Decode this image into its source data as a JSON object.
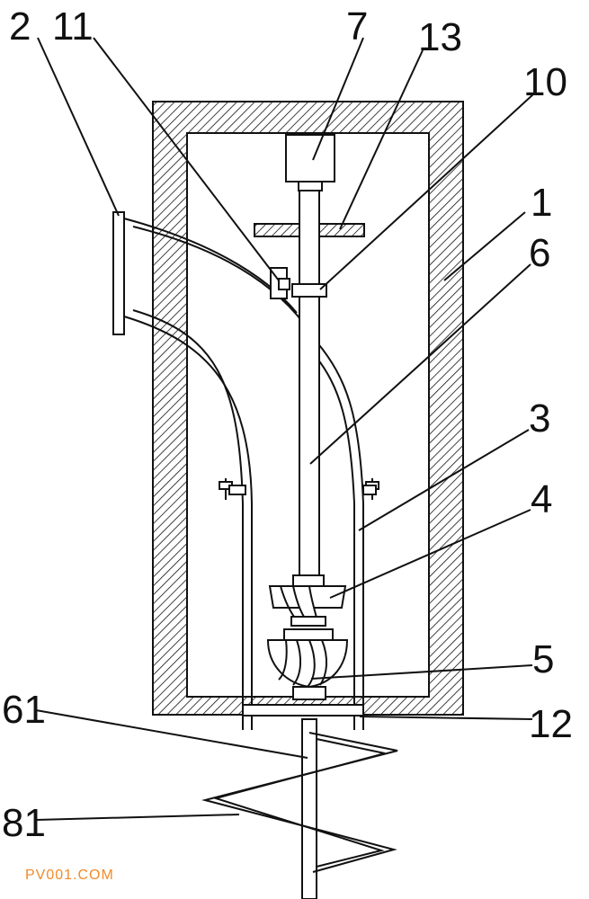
{
  "labels": {
    "l2": "2",
    "l11": "11",
    "l7": "7",
    "l13": "13",
    "l10": "10",
    "l1": "1",
    "l6": "6",
    "l3": "3",
    "l4": "4",
    "l5": "5",
    "l61": "61",
    "l12": "12",
    "l81": "81"
  },
  "watermark": "PV001.COM",
  "colors": {
    "line": "#111111",
    "watermark": "#f08a2a"
  }
}
